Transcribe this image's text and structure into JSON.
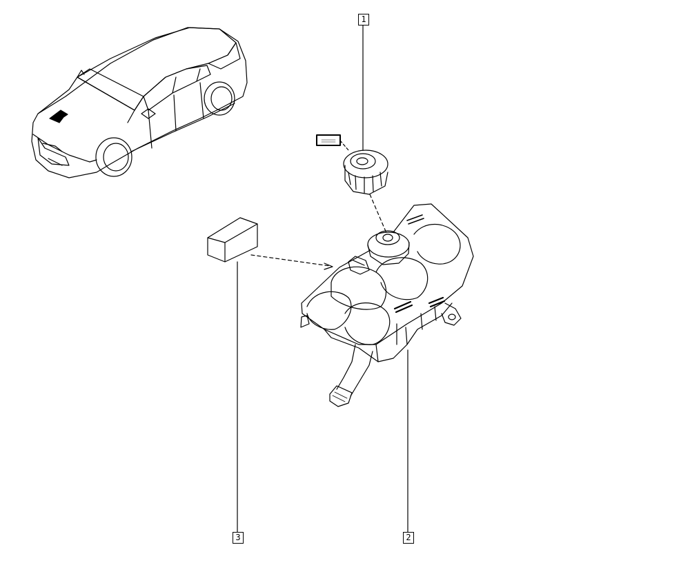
{
  "callouts": {
    "part_1": "1",
    "part_2": "2",
    "part_3": "3"
  },
  "colors": {
    "line": "#000000",
    "background": "#ffffff",
    "tank_fill": "#ffffff"
  },
  "parts": [
    {
      "ref": "1",
      "depicts": "expansion-tank-cap"
    },
    {
      "ref": "2",
      "depicts": "coolant-expansion-tank"
    },
    {
      "ref": "3",
      "depicts": "coolant-bottle"
    }
  ]
}
